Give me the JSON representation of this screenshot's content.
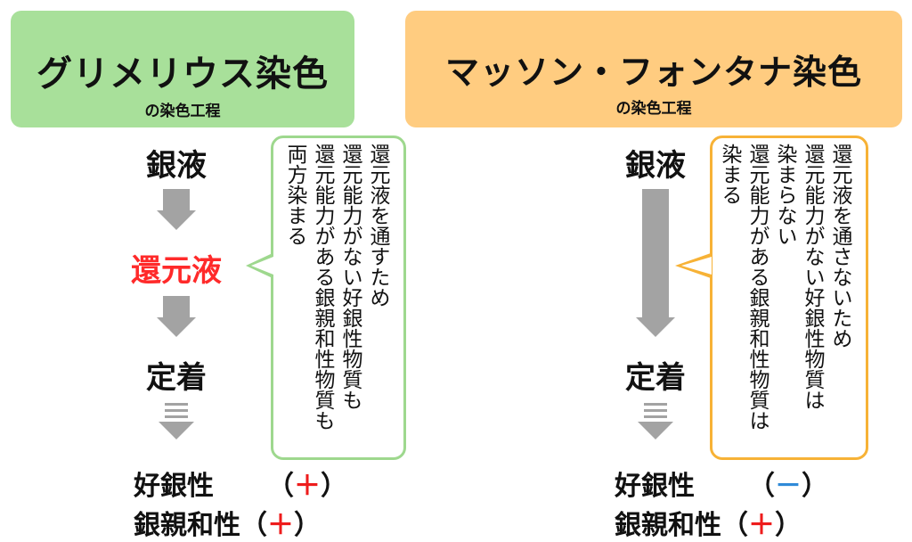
{
  "left": {
    "title": "グリメリウス染色",
    "subtitle": "の染色工程",
    "steps": [
      "銀液",
      "還元液",
      "定着"
    ],
    "bubble_text": "還元液を通すため\n還元能力がない好銀性物質も\n還元能力がある銀親和性物質も\n両方染まる",
    "results": [
      {
        "label": "好銀性",
        "open": "（",
        "sign": "＋",
        "close": "）"
      },
      {
        "label": "銀親和性",
        "open": "（",
        "sign": "＋",
        "close": "）"
      }
    ]
  },
  "right": {
    "title": "マッソン・フォンタナ染色",
    "subtitle": "の染色工程",
    "steps": [
      "銀液",
      "定着"
    ],
    "bubble_text": "還元液を通さないため\n還元能力がない好銀性物質は\n染まらない\n還元能力がある銀親和性物質は\n染まる",
    "results": [
      {
        "label": "好銀性",
        "open": "（",
        "sign": "－",
        "close": "）"
      },
      {
        "label": "銀親和性",
        "open": "（",
        "sign": "＋",
        "close": "）"
      }
    ]
  },
  "colors": {
    "left_header": "#a8e09a",
    "right_header": "#ffcc80",
    "highlight_red": "#ff2a2a",
    "plus": "#ee1c1c",
    "minus": "#2f8ad8",
    "arrow_gray": "#a3a3a3"
  }
}
